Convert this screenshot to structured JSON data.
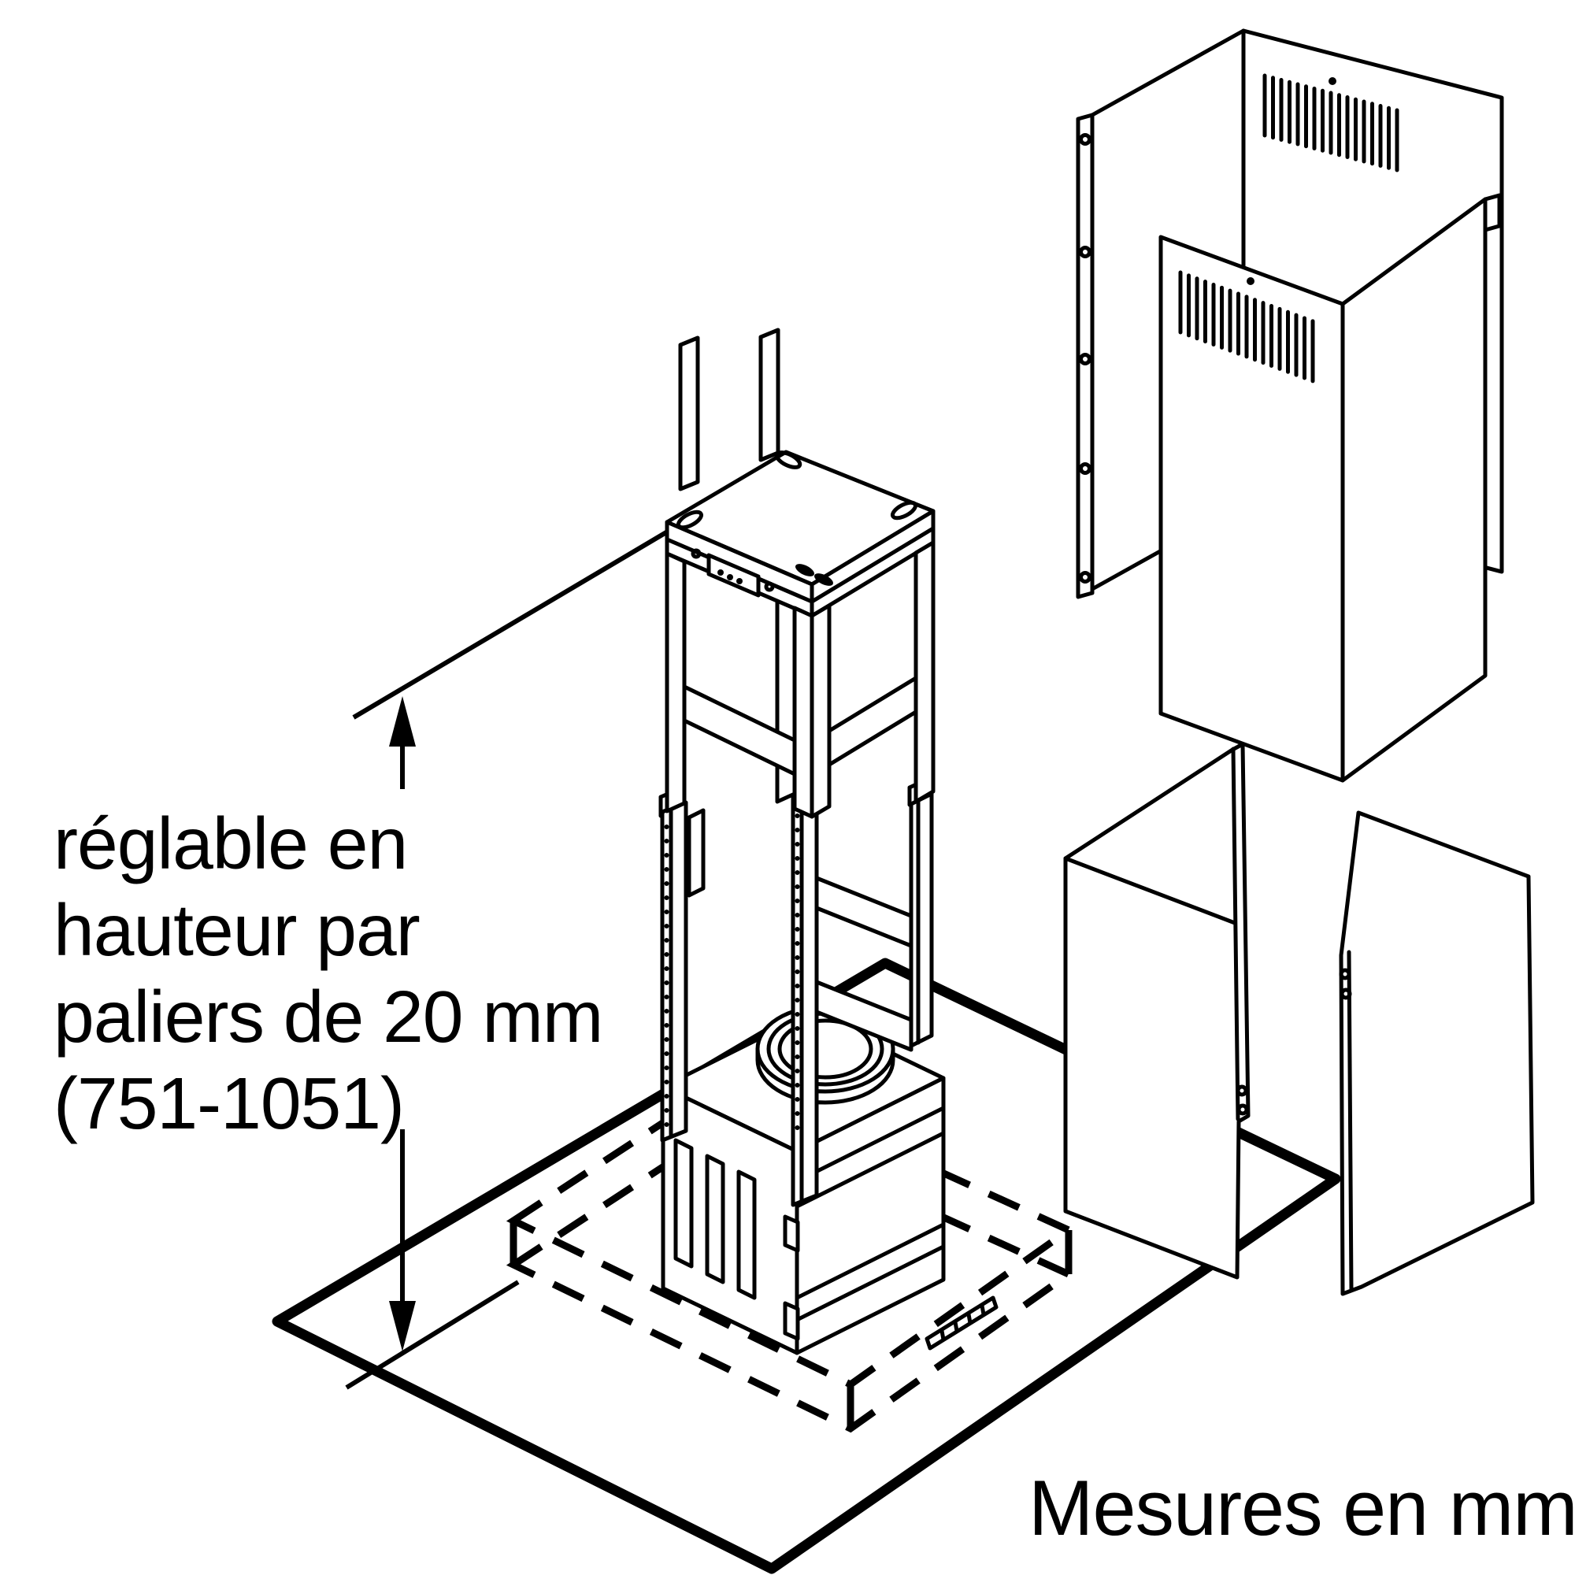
{
  "page": {
    "colors": {
      "line": "#000000",
      "background": "#ffffff"
    }
  },
  "annotation": {
    "lines": [
      "réglable en",
      "hauteur par",
      "paliers de 20 mm",
      "(751-1051)"
    ]
  },
  "dimension": {
    "adjustable_range_mm": "751-1051",
    "step_mm": "20"
  },
  "footer": {
    "note": "Mesures en mm"
  }
}
